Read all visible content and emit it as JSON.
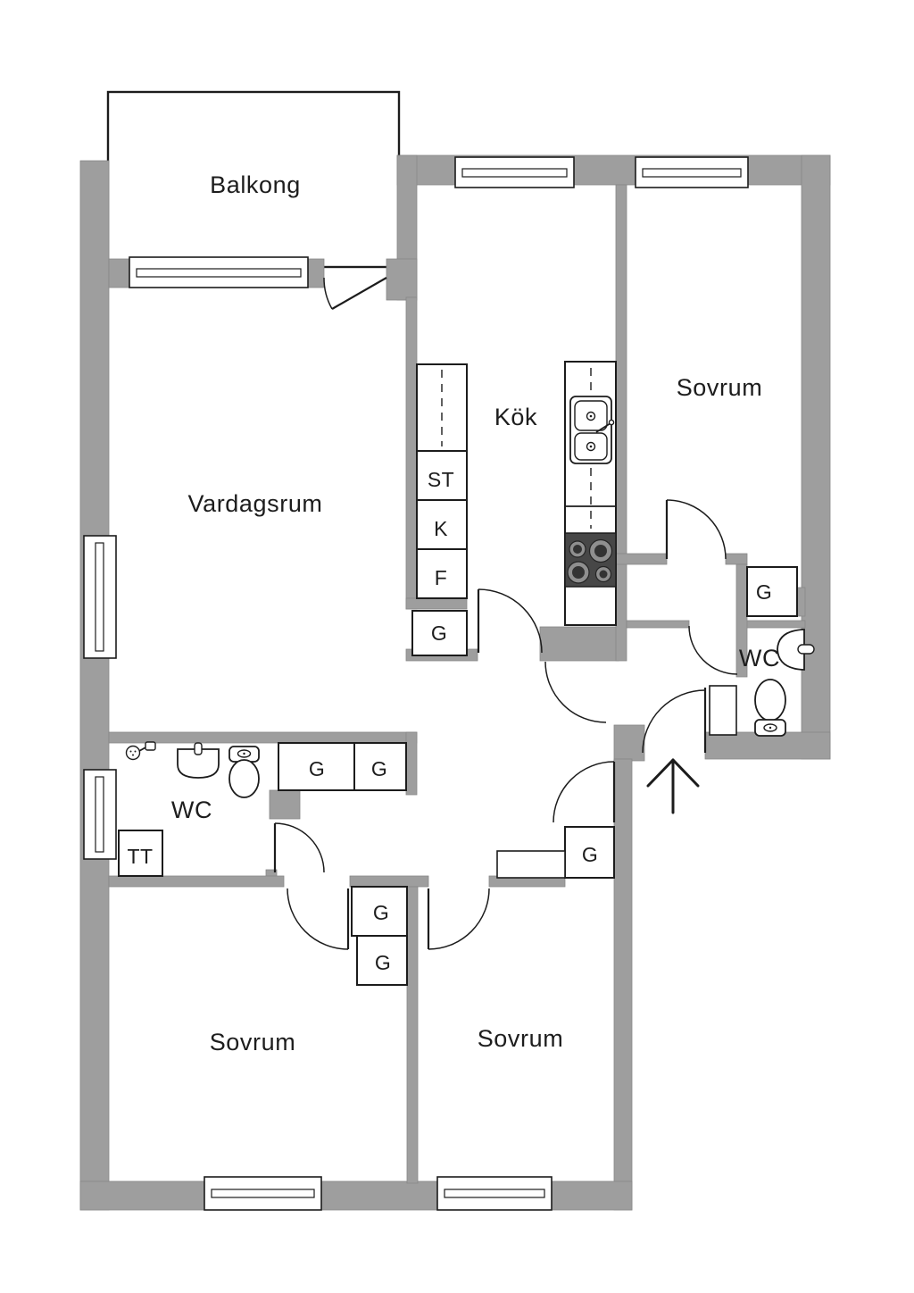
{
  "plan": {
    "title": "apartment-floor-plan",
    "rooms": {
      "balcony": "Balkong",
      "living": "Vardagsrum",
      "kitchen": "Kök",
      "bedroom_tr": "Sovrum",
      "bedroom_bl": "Sovrum",
      "bedroom_bc": "Sovrum",
      "wc_right": "WC",
      "wc_left": "WC"
    },
    "closets": {
      "st": "ST",
      "k": "K",
      "f": "F",
      "g_kitchen": "G",
      "g_right": "G",
      "g_left_1": "G",
      "g_left_2": "G",
      "tt": "TT",
      "g_col_1": "G",
      "g_col_2": "G",
      "g_bc": "G"
    },
    "icons": {
      "entry_arrow": "entry-direction-arrow",
      "stove": "stove-icon",
      "kitchen_sink": "double-sink-icon",
      "toilet_right": "toilet-icon",
      "toilet_left": "toilet-icon",
      "washbasin_right": "washbasin-icon",
      "washbasin_left": "washbasin-icon",
      "shower_mixer": "shower-mixer-icon"
    },
    "colors": {
      "wall": "#9e9e9e",
      "line": "#1c1c1c",
      "stove": "#474747"
    }
  }
}
